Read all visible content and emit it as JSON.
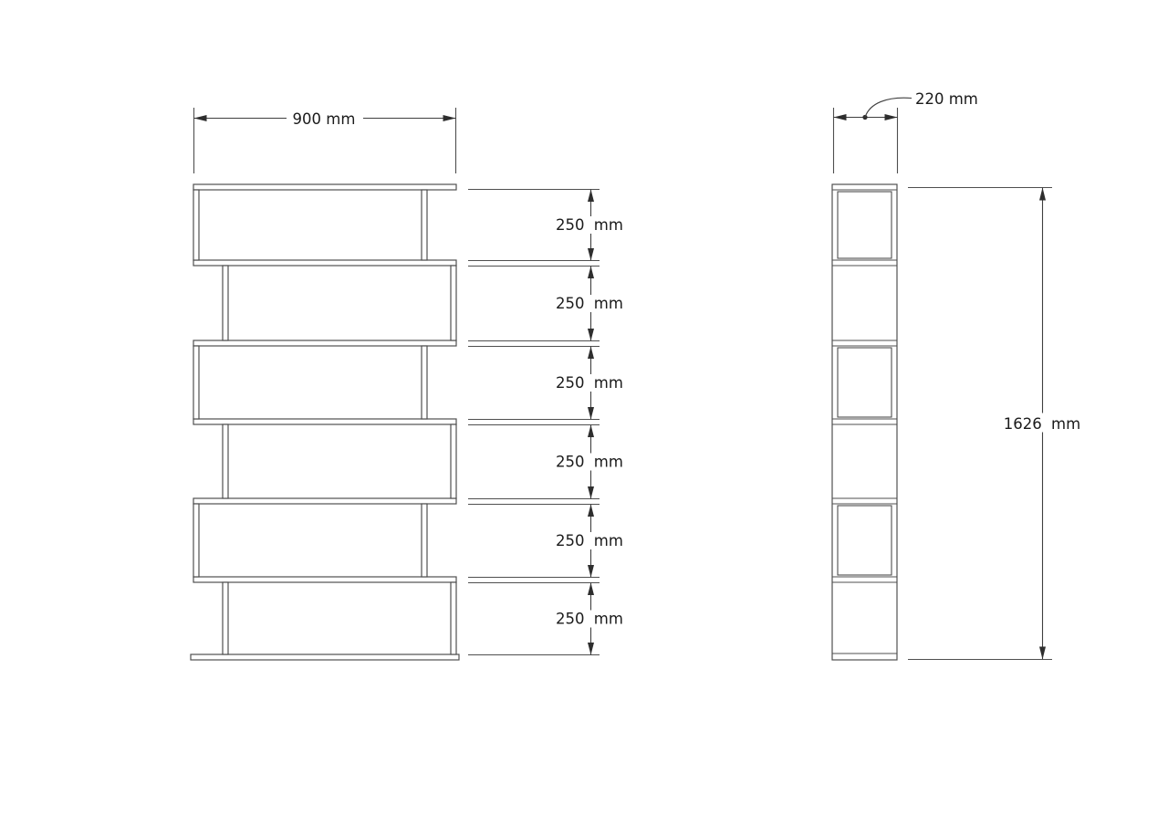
{
  "drawing": {
    "kind": "furniture-technical-drawing",
    "views": {
      "front": {
        "width_label": "900 mm",
        "shelf_spacing_labels": [
          "250 mm",
          "250 mm",
          "250 mm",
          "250 mm",
          "250 mm",
          "250 mm"
        ]
      },
      "side": {
        "depth_label": "220 mm",
        "height_label": "1626 mm"
      }
    },
    "colors": {
      "line": "#4f4f4f",
      "dimension_line": "#3f3f3f",
      "text": "#1b1b1b",
      "background": "#ffffff"
    }
  }
}
